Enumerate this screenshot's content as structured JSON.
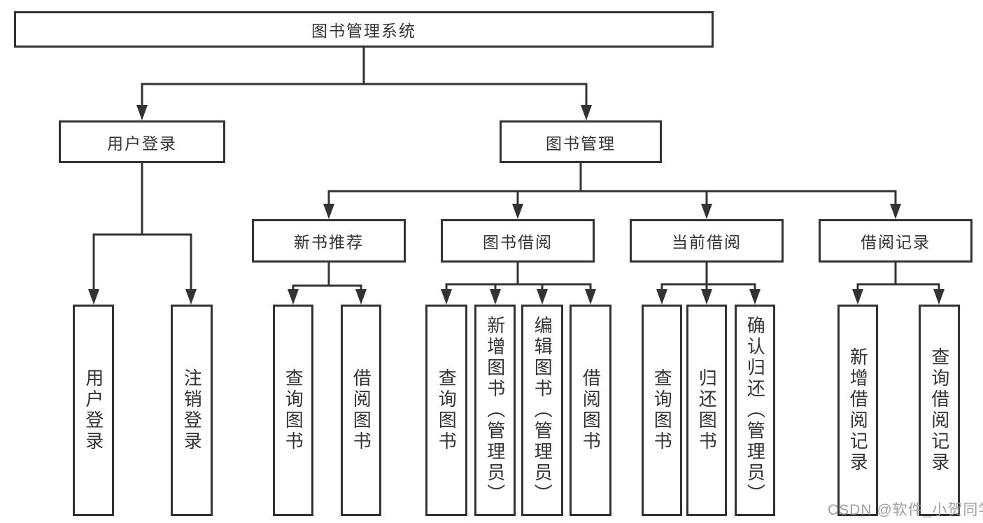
{
  "diagram": {
    "type": "tree",
    "root": {
      "label": "图书管理系统",
      "children": [
        {
          "label": "用户登录",
          "children": [
            {
              "label": "用户登录"
            },
            {
              "label": "注销登录"
            }
          ]
        },
        {
          "label": "图书管理",
          "children": [
            {
              "label": "新书推荐",
              "children": [
                {
                  "label": "查询图书"
                },
                {
                  "label": "借阅图书"
                }
              ]
            },
            {
              "label": "图书借阅",
              "children": [
                {
                  "label": "查询图书"
                },
                {
                  "label": "新增图书（管理员）"
                },
                {
                  "label": "编辑图书（管理员）"
                },
                {
                  "label": "借阅图书"
                }
              ]
            },
            {
              "label": "当前借阅",
              "children": [
                {
                  "label": "查询图书"
                },
                {
                  "label": "归还图书"
                },
                {
                  "label": "确认归还（管理员）"
                }
              ]
            },
            {
              "label": "借阅记录",
              "children": [
                {
                  "label": "新增借阅记录"
                },
                {
                  "label": "查询借阅记录"
                }
              ]
            }
          ]
        }
      ]
    }
  },
  "watermark": {
    "text": "CSDN @软件_小贺同学"
  },
  "colors": {
    "line": "#333333",
    "text": "#333333",
    "box_background": "#ffffff",
    "page_background": "#ffffff",
    "watermark": "#9b9b9b"
  }
}
